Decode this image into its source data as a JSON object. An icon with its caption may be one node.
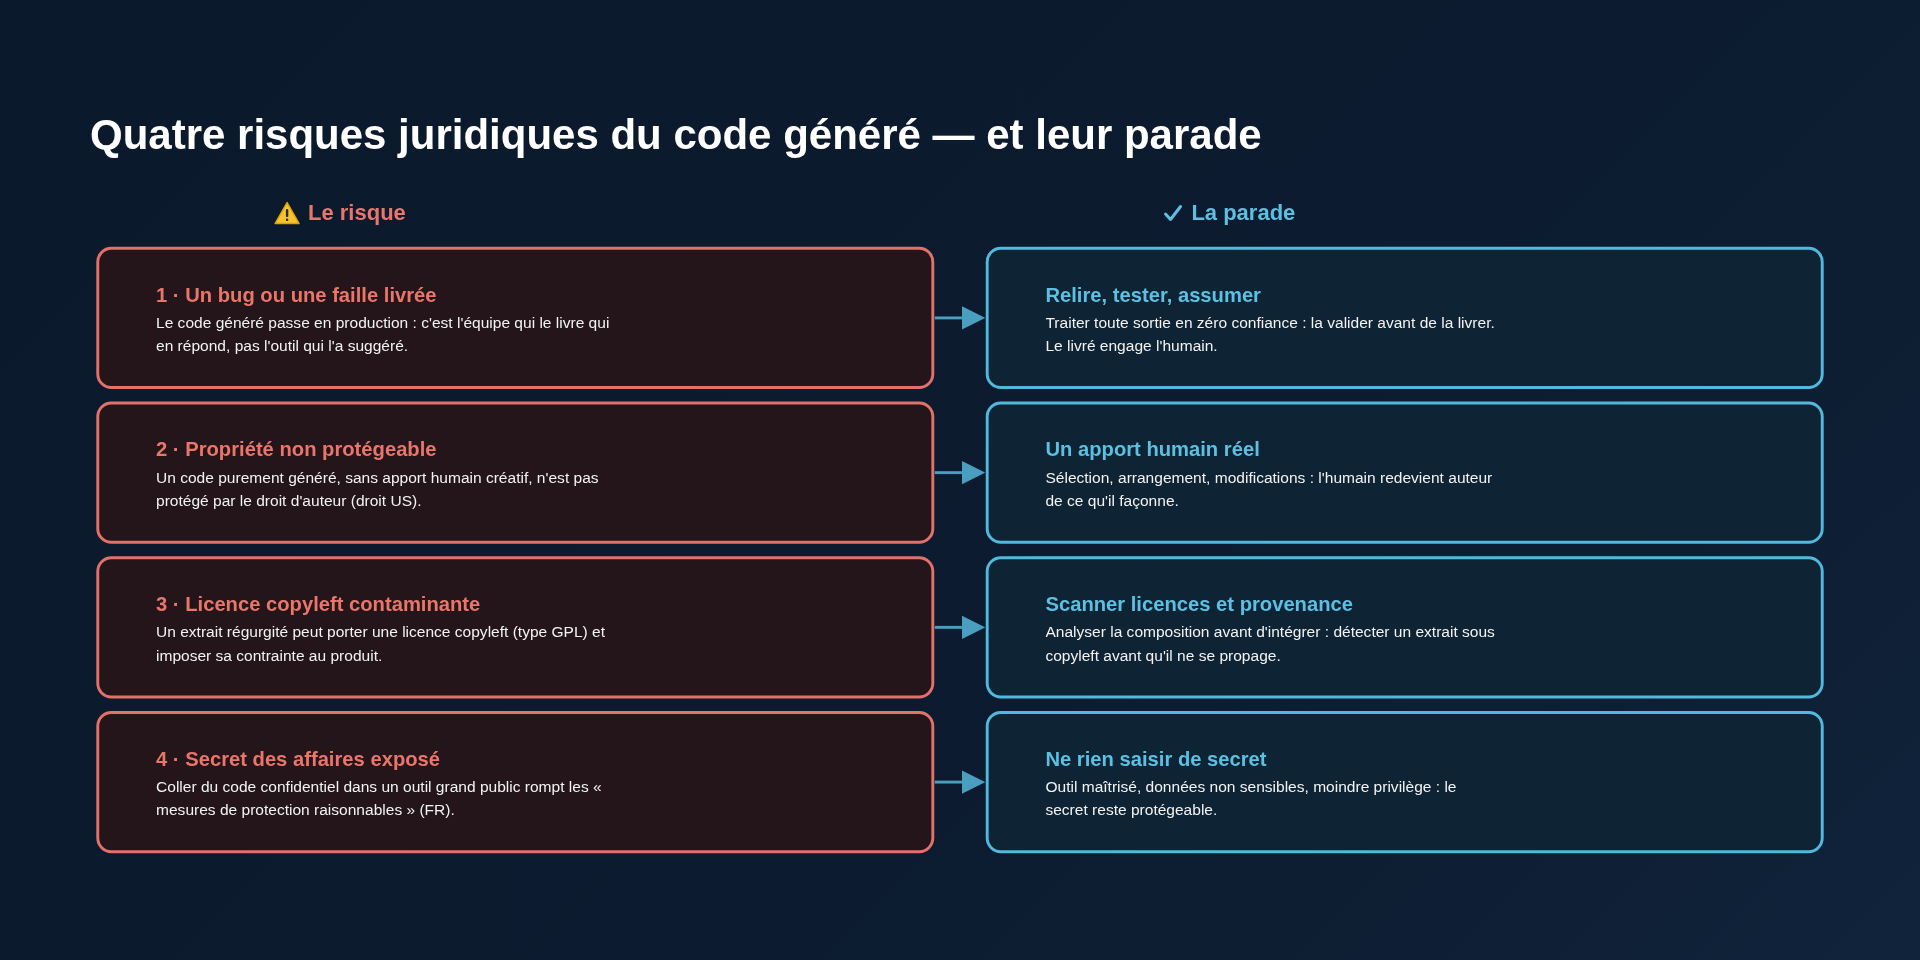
{
  "diagram": {
    "title": "Quatre risques juridiques du code généré — et leur parade",
    "nodes": [
      {
        "text": [
          "1 · Un bug ou une faille livrée",
          "Le code généré passe en production : c'est l'équipe qui le livre qui en répond, pas l'outil qui l'a suggéré."
        ]
      },
      {
        "text": [
          "Relire, tester, assumer",
          "Traiter toute sortie en zéro confiance : la valider avant de la livrer. Le livré engage l'humain."
        ]
      },
      {
        "text": [
          "2 · Propriété non protégeable",
          "Un code purement généré, sans apport humain créatif, n'est pas protégé par le droit d'auteur (droit US)."
        ]
      },
      {
        "text": [
          "Un apport humain réel",
          "Sélection, arrangement, modifications : l'humain redevient auteur de ce qu'il façonne."
        ]
      },
      {
        "text": [
          "3 · Licence copyleft contaminante",
          "Un extrait régurgité peut porter une licence copyleft (type GPL) et imposer sa contrainte au produit."
        ]
      },
      {
        "text": [
          "Scanner licences et provenance",
          "Analyser la composition avant d'intégrer : détecter un extrait sous copyleft avant qu'il ne se propage."
        ]
      },
      {
        "text": [
          "4 · Secret des affaires exposé",
          "Coller du code confidentiel dans un outil grand public rompt les « mesures de protection raisonnables » (FR)."
        ]
      },
      {
        "text": [
          "Ne rien saisir de secret",
          "Outil maîtrisé, données non sensibles, moindre privilège : le secret reste protégeable."
        ]
      }
    ],
    "edges": [
      {
        "from": 0,
        "to": 1,
        "arrow": "to"
      },
      {
        "from": 2,
        "to": 3,
        "arrow": "to"
      },
      {
        "from": 4,
        "to": 5,
        "arrow": "to"
      },
      {
        "from": 6,
        "to": 7,
        "arrow": "to"
      }
    ],
    "labels": [
      "Le risque",
      "La parade"
    ]
  }
}
